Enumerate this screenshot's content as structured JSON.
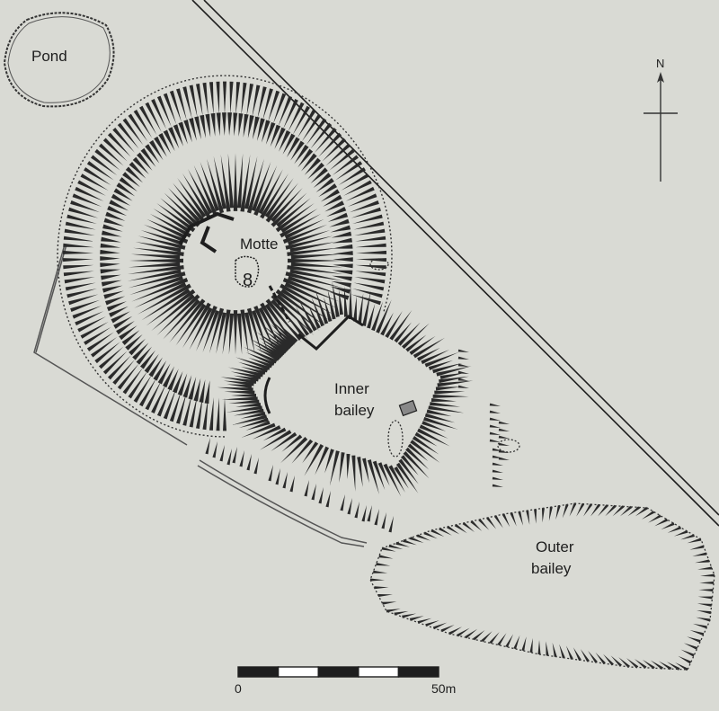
{
  "labels": {
    "pond": "Pond",
    "motte": "Motte",
    "motte_feature": "8",
    "inner_bailey_line1": "Inner",
    "inner_bailey_line2": "bailey",
    "outer_bailey_line1": "Outer",
    "outer_bailey_line2": "bailey"
  },
  "north_arrow": {
    "label": "N"
  },
  "scale_bar": {
    "start_label": "0",
    "end_label": "50m",
    "segments": 5
  },
  "colors": {
    "paper": "#d9dad4",
    "ink": "#1e1e1e",
    "hatch": "#2a2a2a"
  }
}
